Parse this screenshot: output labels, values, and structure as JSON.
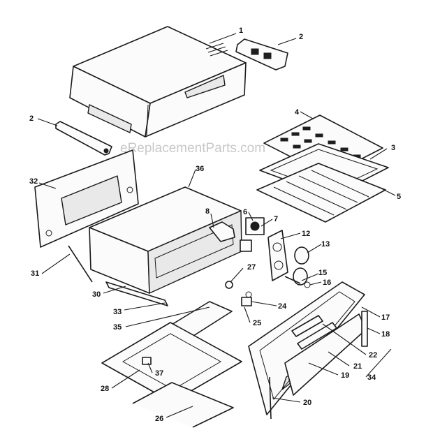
{
  "watermark": "eReplacementParts.com",
  "callouts": [
    "1",
    "2",
    "2",
    "4",
    "3",
    "5",
    "32",
    "36",
    "8",
    "6",
    "7",
    "12",
    "13",
    "15",
    "16",
    "31",
    "30",
    "27",
    "33",
    "24",
    "35",
    "25",
    "17",
    "18",
    "22",
    "21",
    "34",
    "19",
    "20",
    "28",
    "37",
    "26"
  ]
}
